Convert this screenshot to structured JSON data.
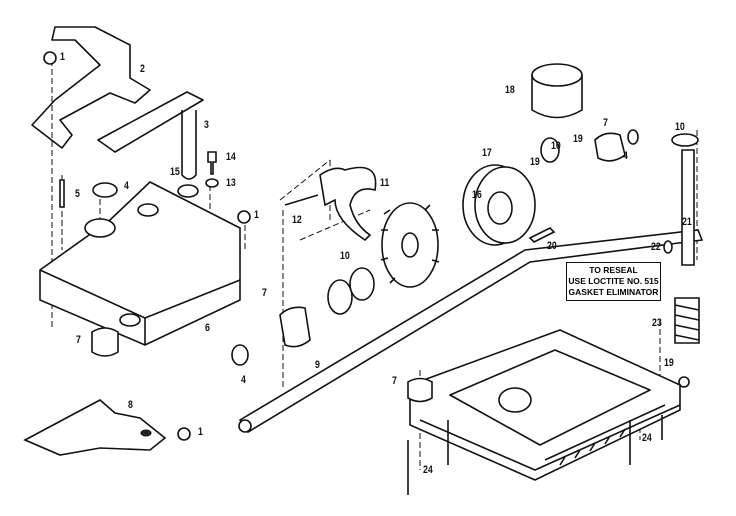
{
  "diagram": {
    "note": {
      "line1": "TO RESEAL",
      "line2": "USE LOCTITE NO. 515",
      "line3": "GASKET ELIMINATOR"
    },
    "callouts": [
      "1",
      "2",
      "3",
      "14",
      "4",
      "5",
      "15",
      "13",
      "1",
      "11",
      "12",
      "16",
      "17",
      "18",
      "19",
      "10",
      "19",
      "7",
      "4",
      "10",
      "21",
      "22",
      "20",
      "10",
      "7",
      "6",
      "7",
      "4",
      "9",
      "8",
      "1",
      "23",
      "19",
      "7",
      "24",
      "24"
    ]
  }
}
